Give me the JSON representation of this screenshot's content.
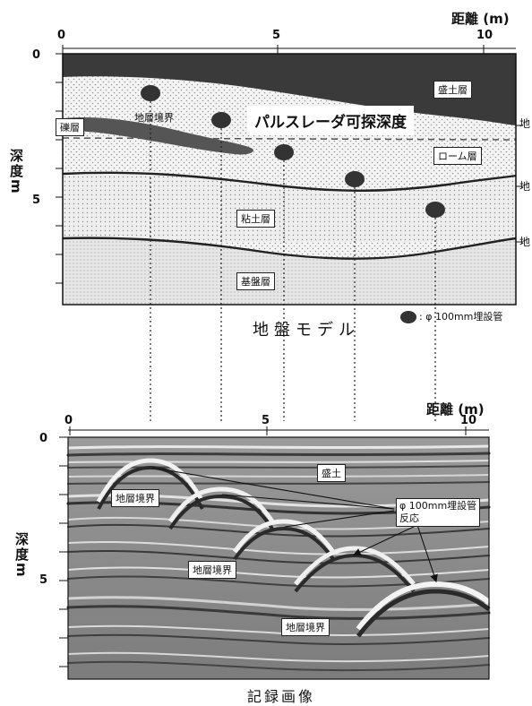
{
  "top": {
    "distance_label": "距離 (m)",
    "x_ticks": [
      "0",
      "5",
      "10"
    ],
    "depth_label": "深度m",
    "depth_ticks": [
      "0",
      "5"
    ],
    "radar_depth_label": "パルスレーダ可探深度",
    "layers": {
      "fill": "盛土層",
      "gravel": "礫層",
      "loam": "ローム層",
      "clay": "粘土層",
      "bedrock": "基盤層",
      "boundary": "地層境界"
    },
    "right_marks": [
      "地",
      "地",
      "地"
    ],
    "legend": ": φ 100mm埋設管",
    "caption": "地盤モデル"
  },
  "bottom": {
    "distance_label": "距離 (m)",
    "x_ticks": [
      "0",
      "5",
      "10"
    ],
    "depth_label": "深度m",
    "depth_ticks": [
      "0",
      "5"
    ],
    "labels": {
      "fill": "盛土",
      "boundary1": "地層境界",
      "boundary2": "地層境界",
      "boundary3": "地層境界",
      "pipe_response_1": "φ 100mm埋設管",
      "pipe_response_2": "反応"
    },
    "caption": "記録画像"
  },
  "colors": {
    "fill_layer": "#3a3a3a",
    "dotted": "#e4e4e4",
    "clay": "#ececec",
    "bedrock": "#dadada",
    "pipe": "#333333",
    "radar_bg": "#8c8c8c"
  }
}
